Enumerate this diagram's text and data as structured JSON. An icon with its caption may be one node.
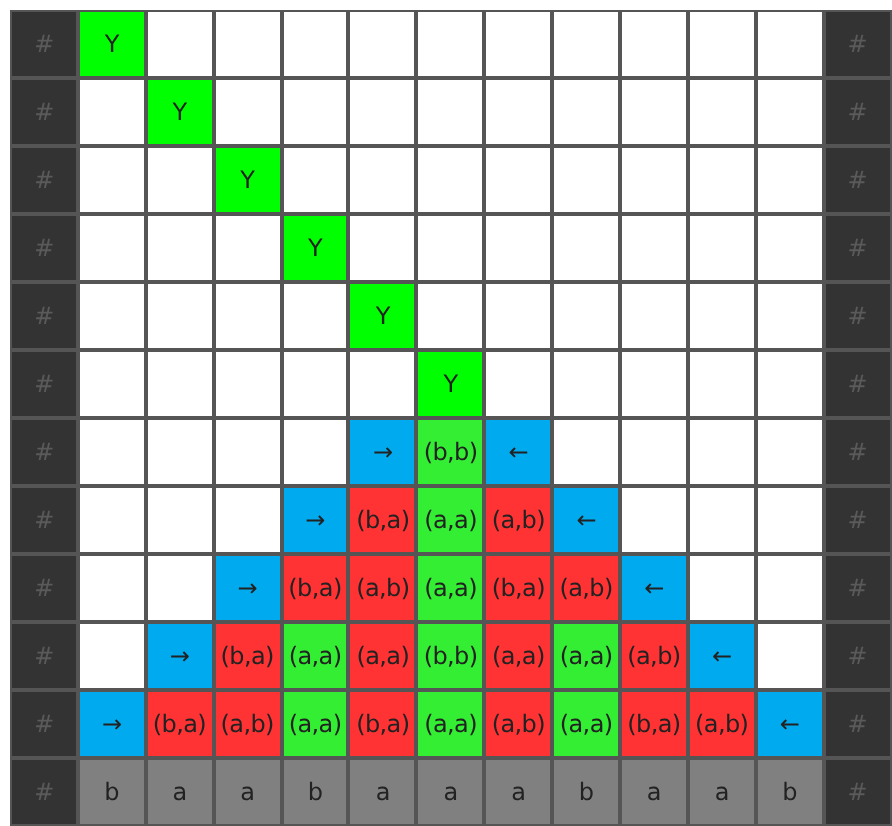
{
  "diagram": {
    "labels": [
      "#",
      "Y",
      "#",
      "#",
      "Y",
      "#",
      "#",
      "Y",
      "#",
      "#",
      "Y",
      "#",
      "#",
      "Y",
      "#",
      "#",
      "Y",
      "#",
      "#",
      "→",
      "(b,b)",
      "←",
      "#",
      "#",
      "→",
      "(b,a)",
      "(a,a)",
      "(a,b)",
      "←",
      "#",
      "#",
      "→",
      "(b,a)",
      "(a,b)",
      "(a,a)",
      "(b,a)",
      "(a,b)",
      "←",
      "#",
      "#",
      "→",
      "(b,a)",
      "(a,a)",
      "(a,a)",
      "(b,b)",
      "(a,a)",
      "(a,a)",
      "(a,b)",
      "←",
      "#",
      "#",
      "→",
      "(b,a)",
      "(a,b)",
      "(a,a)",
      "(b,a)",
      "(a,a)",
      "(a,b)",
      "(a,a)",
      "(b,a)",
      "(a,b)",
      "←",
      "#",
      "#",
      "b",
      "a",
      "a",
      "b",
      "a",
      "a",
      "a",
      "b",
      "a",
      "a",
      "b",
      "#"
    ]
  }
}
